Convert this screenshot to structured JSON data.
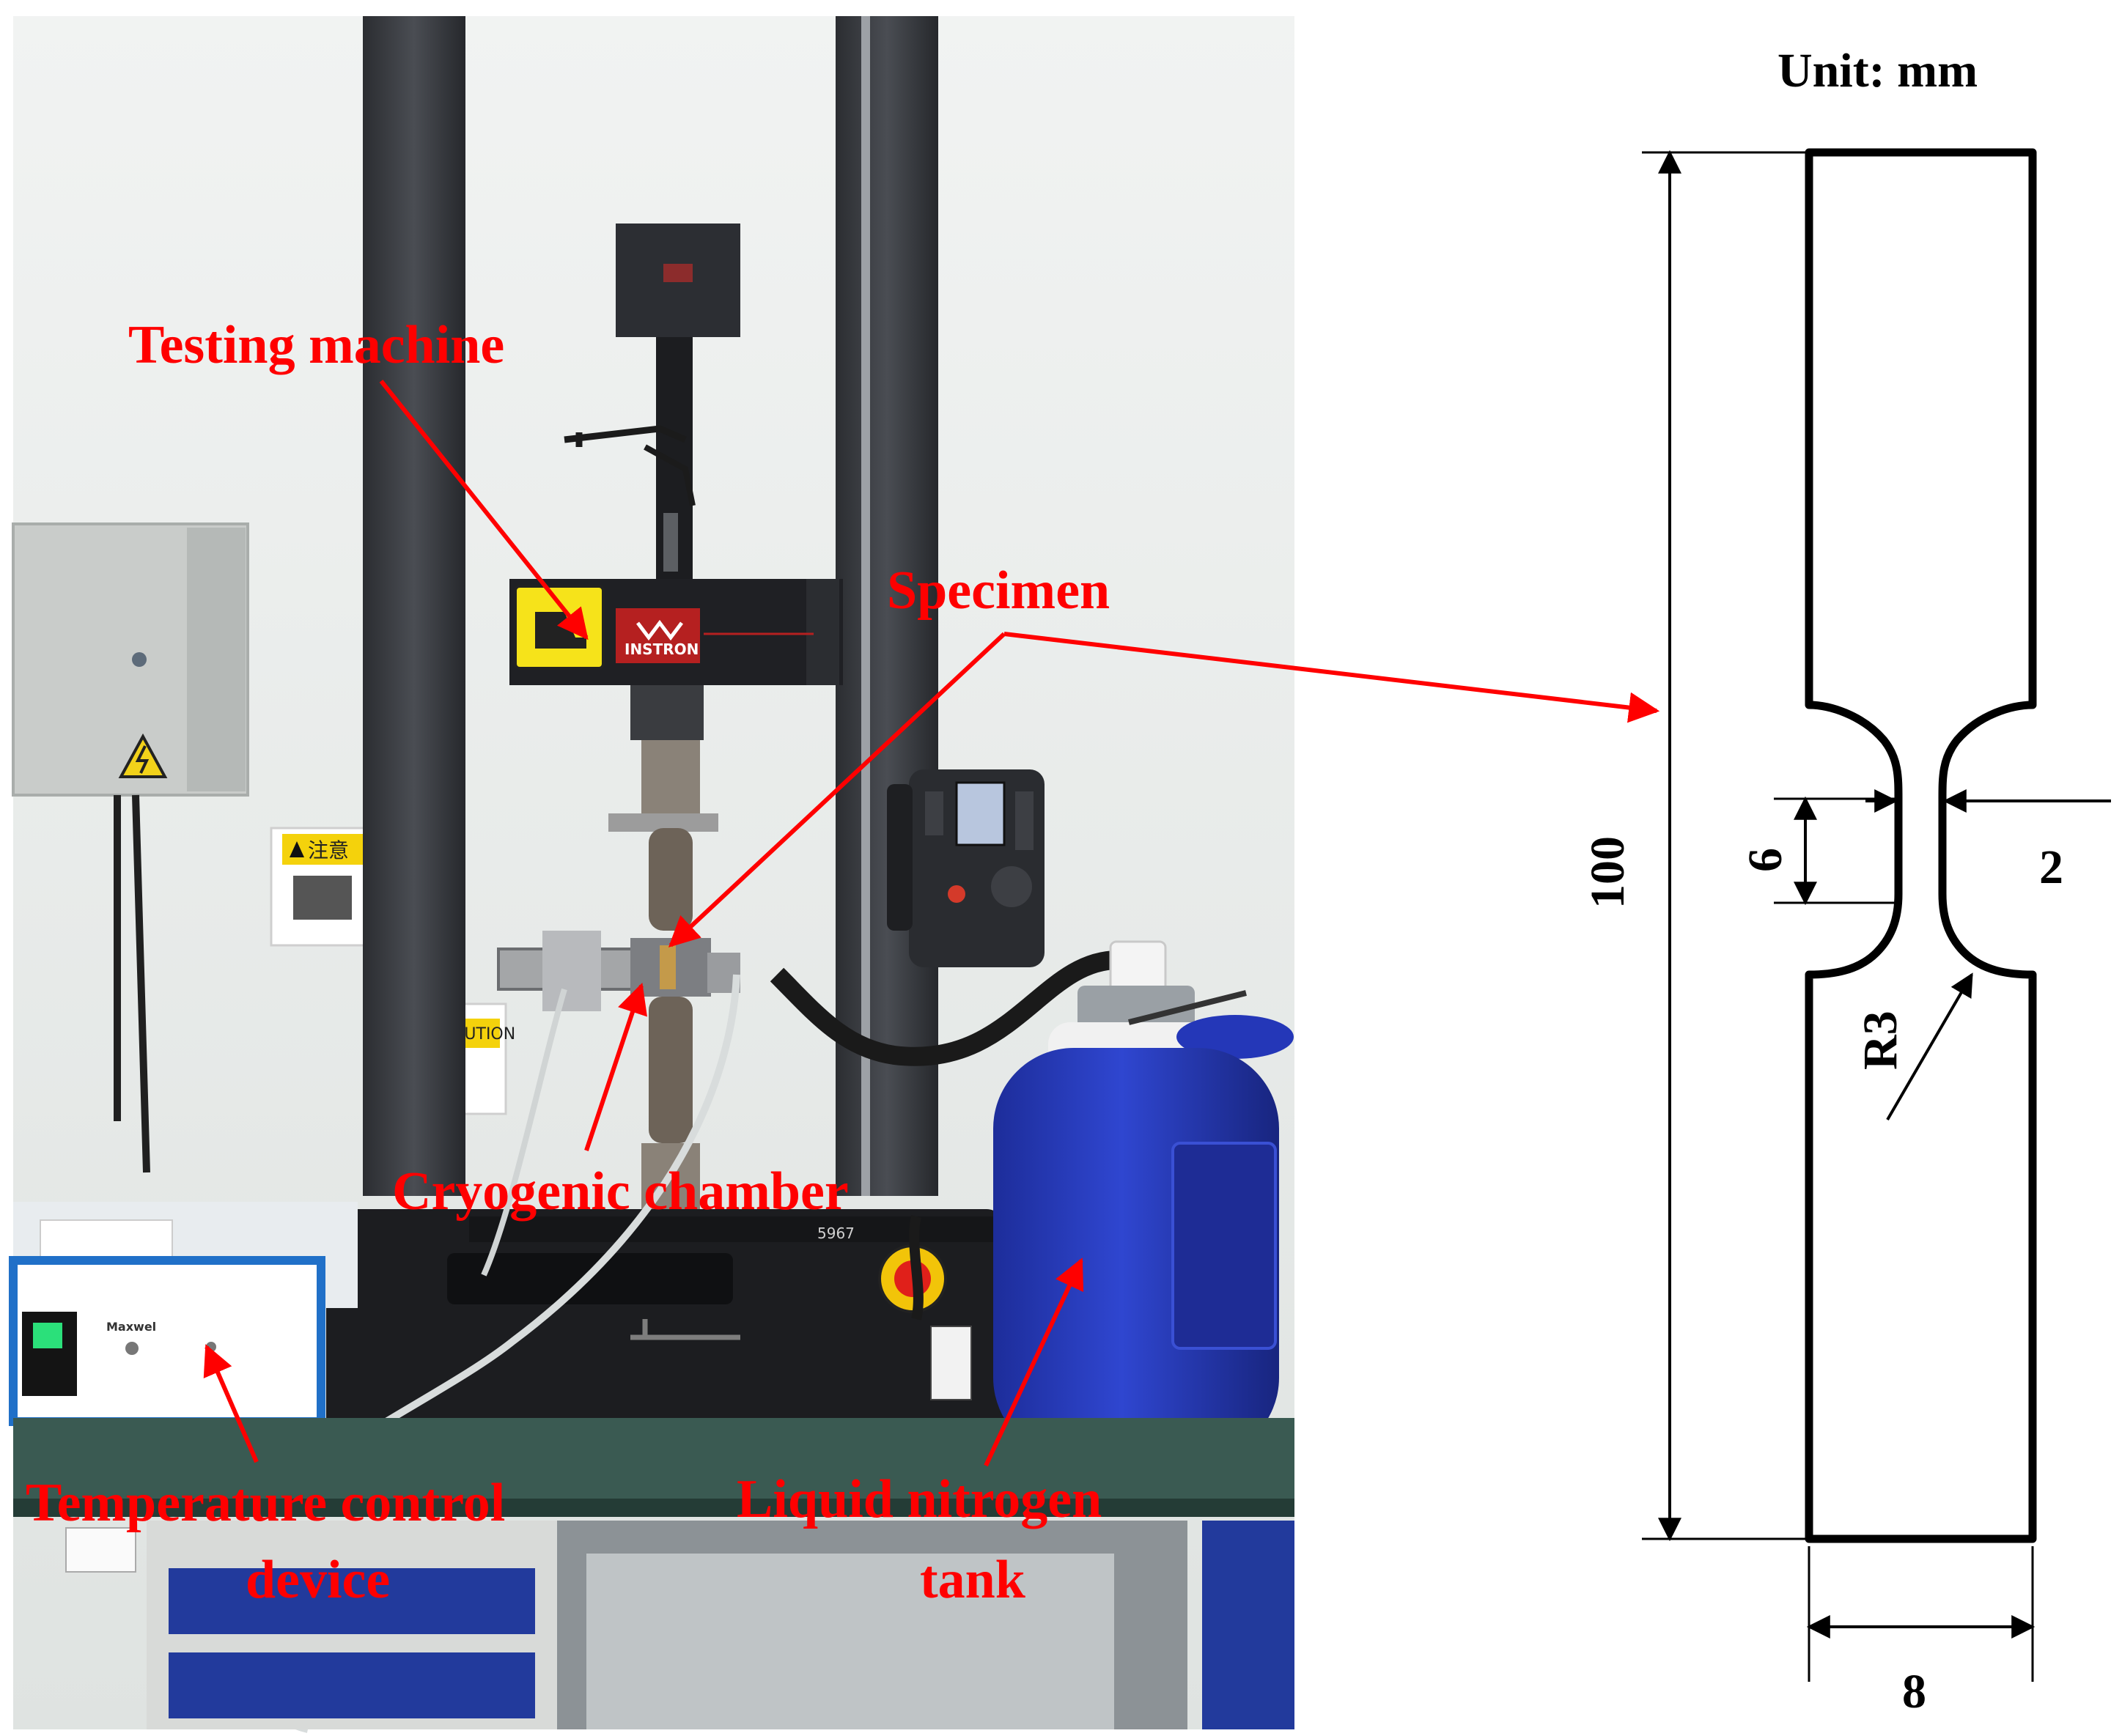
{
  "photo": {
    "labels": {
      "testing_machine": "Testing machine",
      "specimen": "Specimen",
      "cryogenic_chamber": "Cryogenic chamber",
      "temperature_control_line1": "Temperature control",
      "temperature_control_line2": "device",
      "liquid_nitrogen_line1": "Liquid nitrogen",
      "liquid_nitrogen_line2": "tank"
    },
    "machine_brand": "INSTRON",
    "machine_model": "5967",
    "caution_sign_1": "注意",
    "caution_sign_2": "注意 CAUTION",
    "controller_brand": "Maxwel"
  },
  "drawing": {
    "unit": "Unit: mm",
    "dim_length": "100",
    "dim_gauge_length": "6",
    "dim_gauge_width": "2",
    "dim_radius": "R3",
    "dim_width": "8"
  },
  "colors": {
    "annotation": "#ff0000",
    "wall": "#e9ecea",
    "machine": "#2a2c30",
    "tank": "#2437b8",
    "bench": "#3a5a52"
  }
}
